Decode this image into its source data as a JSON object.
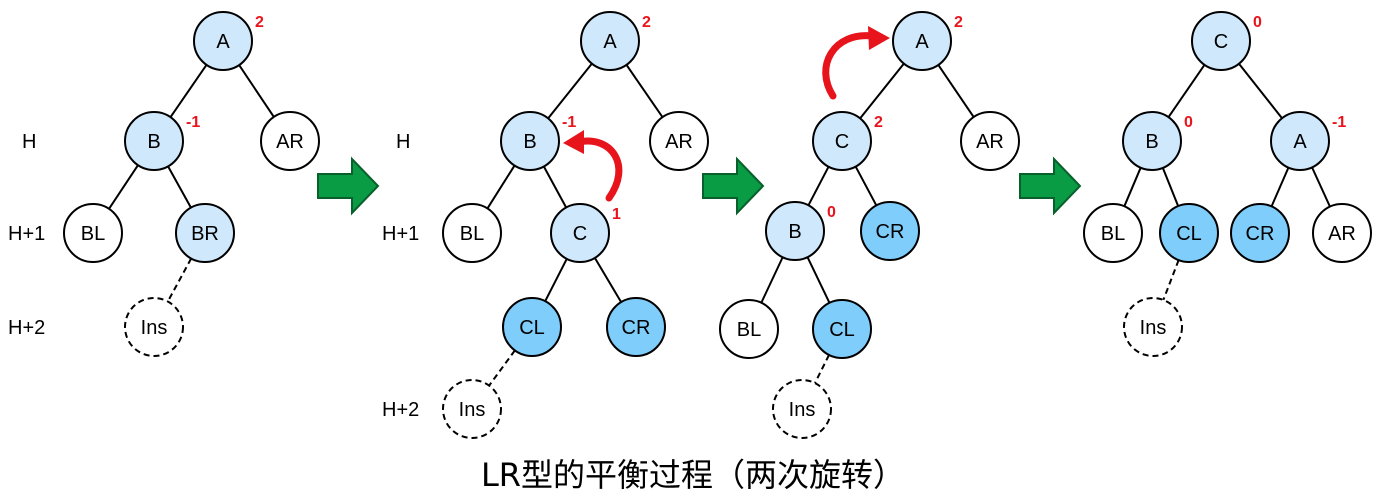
{
  "caption": "LR型的平衡过程（两次旋转）",
  "colors": {
    "node_light": "#cfe8fb",
    "node_dark": "#7fcdfb",
    "node_white": "#ffffff",
    "balance_factor": "#e8141c",
    "arrow_fill": "#0a9b45",
    "rotate_arrow": "#e8141c"
  },
  "icons": [
    "right-arrow-icon",
    "rotate-arrow-icon"
  ],
  "stages": [
    {
      "levels": [
        "H",
        "H+1",
        "H+2"
      ],
      "nodes": [
        {
          "label": "A",
          "fill": "light",
          "bf": "2"
        },
        {
          "label": "B",
          "fill": "light",
          "bf": "-1"
        },
        {
          "label": "AR",
          "fill": "white",
          "bf": ""
        },
        {
          "label": "BL",
          "fill": "white",
          "bf": ""
        },
        {
          "label": "BR",
          "fill": "light",
          "bf": ""
        },
        {
          "label": "Ins",
          "fill": "white",
          "bf": "",
          "dashed": true
        }
      ]
    },
    {
      "levels": [
        "H",
        "H+1",
        "H+2"
      ],
      "nodes": [
        {
          "label": "A",
          "fill": "light",
          "bf": "2"
        },
        {
          "label": "B",
          "fill": "light",
          "bf": "-1"
        },
        {
          "label": "AR",
          "fill": "white",
          "bf": ""
        },
        {
          "label": "BL",
          "fill": "white",
          "bf": ""
        },
        {
          "label": "C",
          "fill": "light",
          "bf": "1"
        },
        {
          "label": "CL",
          "fill": "dark",
          "bf": ""
        },
        {
          "label": "CR",
          "fill": "dark",
          "bf": ""
        },
        {
          "label": "Ins",
          "fill": "white",
          "bf": "",
          "dashed": true
        }
      ]
    },
    {
      "levels": [],
      "nodes": [
        {
          "label": "A",
          "fill": "light",
          "bf": "2"
        },
        {
          "label": "C",
          "fill": "light",
          "bf": "2"
        },
        {
          "label": "AR",
          "fill": "white",
          "bf": ""
        },
        {
          "label": "B",
          "fill": "light",
          "bf": "0"
        },
        {
          "label": "CR",
          "fill": "dark",
          "bf": ""
        },
        {
          "label": "BL",
          "fill": "white",
          "bf": ""
        },
        {
          "label": "CL",
          "fill": "dark",
          "bf": ""
        },
        {
          "label": "Ins",
          "fill": "white",
          "bf": "",
          "dashed": true
        }
      ]
    },
    {
      "levels": [],
      "nodes": [
        {
          "label": "C",
          "fill": "light",
          "bf": "0"
        },
        {
          "label": "B",
          "fill": "light",
          "bf": "0"
        },
        {
          "label": "A",
          "fill": "light",
          "bf": "-1"
        },
        {
          "label": "BL",
          "fill": "white",
          "bf": ""
        },
        {
          "label": "CL",
          "fill": "dark",
          "bf": ""
        },
        {
          "label": "CR",
          "fill": "dark",
          "bf": ""
        },
        {
          "label": "AR",
          "fill": "white",
          "bf": ""
        },
        {
          "label": "Ins",
          "fill": "white",
          "bf": "",
          "dashed": true
        }
      ]
    }
  ]
}
